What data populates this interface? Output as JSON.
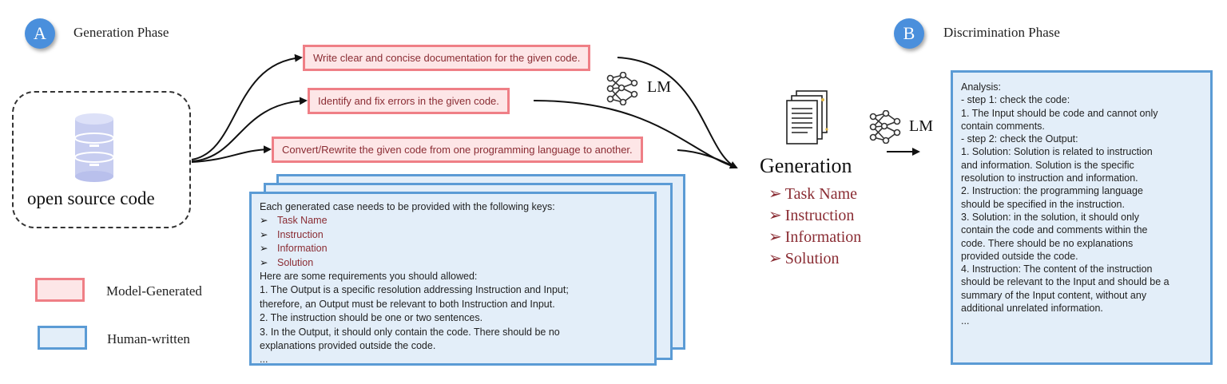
{
  "generation_phase": {
    "badge": "A",
    "title": "Generation Phase",
    "source_label": "open source code",
    "prompts": [
      "Write clear and concise documentation for the given code.",
      "Identify and fix errors in the given code.",
      "Convert/Rewrite the given code from one programming language to another."
    ],
    "lm_label": "LM",
    "instructions": {
      "intro": "Each generated case needs to be provided with the following keys:",
      "keys": [
        "Task Name",
        "Instruction",
        "Information",
        "Solution"
      ],
      "requirements_intro": "Here are some requirements you should allowed:",
      "requirements": [
        "1. The Output is a specific resolution addressing Instruction and Input;",
        "therefore, an Output must be relevant to both Instruction and Input.",
        "2. The instruction should be one or two sentences.",
        "3. In the Output, it should only contain the code. There should be no",
        "explanations provided outside the code.",
        "..."
      ]
    }
  },
  "legend": {
    "model_generated": "Model-Generated",
    "human_written": "Human-written"
  },
  "generation": {
    "title": "Generation",
    "items": [
      "Task Name",
      "Instruction",
      "Information",
      "Solution"
    ],
    "lm_label": "LM"
  },
  "discrimination_phase": {
    "badge": "B",
    "title": "Discrimination Phase",
    "analysis_lines": [
      "Analysis:",
      "- step 1: check the code:",
      "1. The Input should be code and cannot only",
      "contain comments.",
      "- step 2: check the Output:",
      "1. Solution: Solution is related to instruction",
      "and information. Solution is the specific",
      "resolution to instruction and information.",
      "2. Instruction: the programming language",
      "should be specified in the instruction.",
      "3. Solution: in the solution, it should only",
      "contain the code and comments within the",
      "code. There should be no explanations",
      "provided outside the code.",
      "4. Instruction: The content of the instruction",
      "should be relevant to the Input and should be a",
      "summary of the Input content, without any",
      "additional unrelated information.",
      "..."
    ]
  },
  "colors": {
    "badge": "#4a8fdc",
    "model_generated_fill": "#fde6e7",
    "model_generated_border": "#ef7f86",
    "human_written_fill": "#e3eef9",
    "human_written_border": "#5b9bd5",
    "key_text": "#8a2c33"
  }
}
